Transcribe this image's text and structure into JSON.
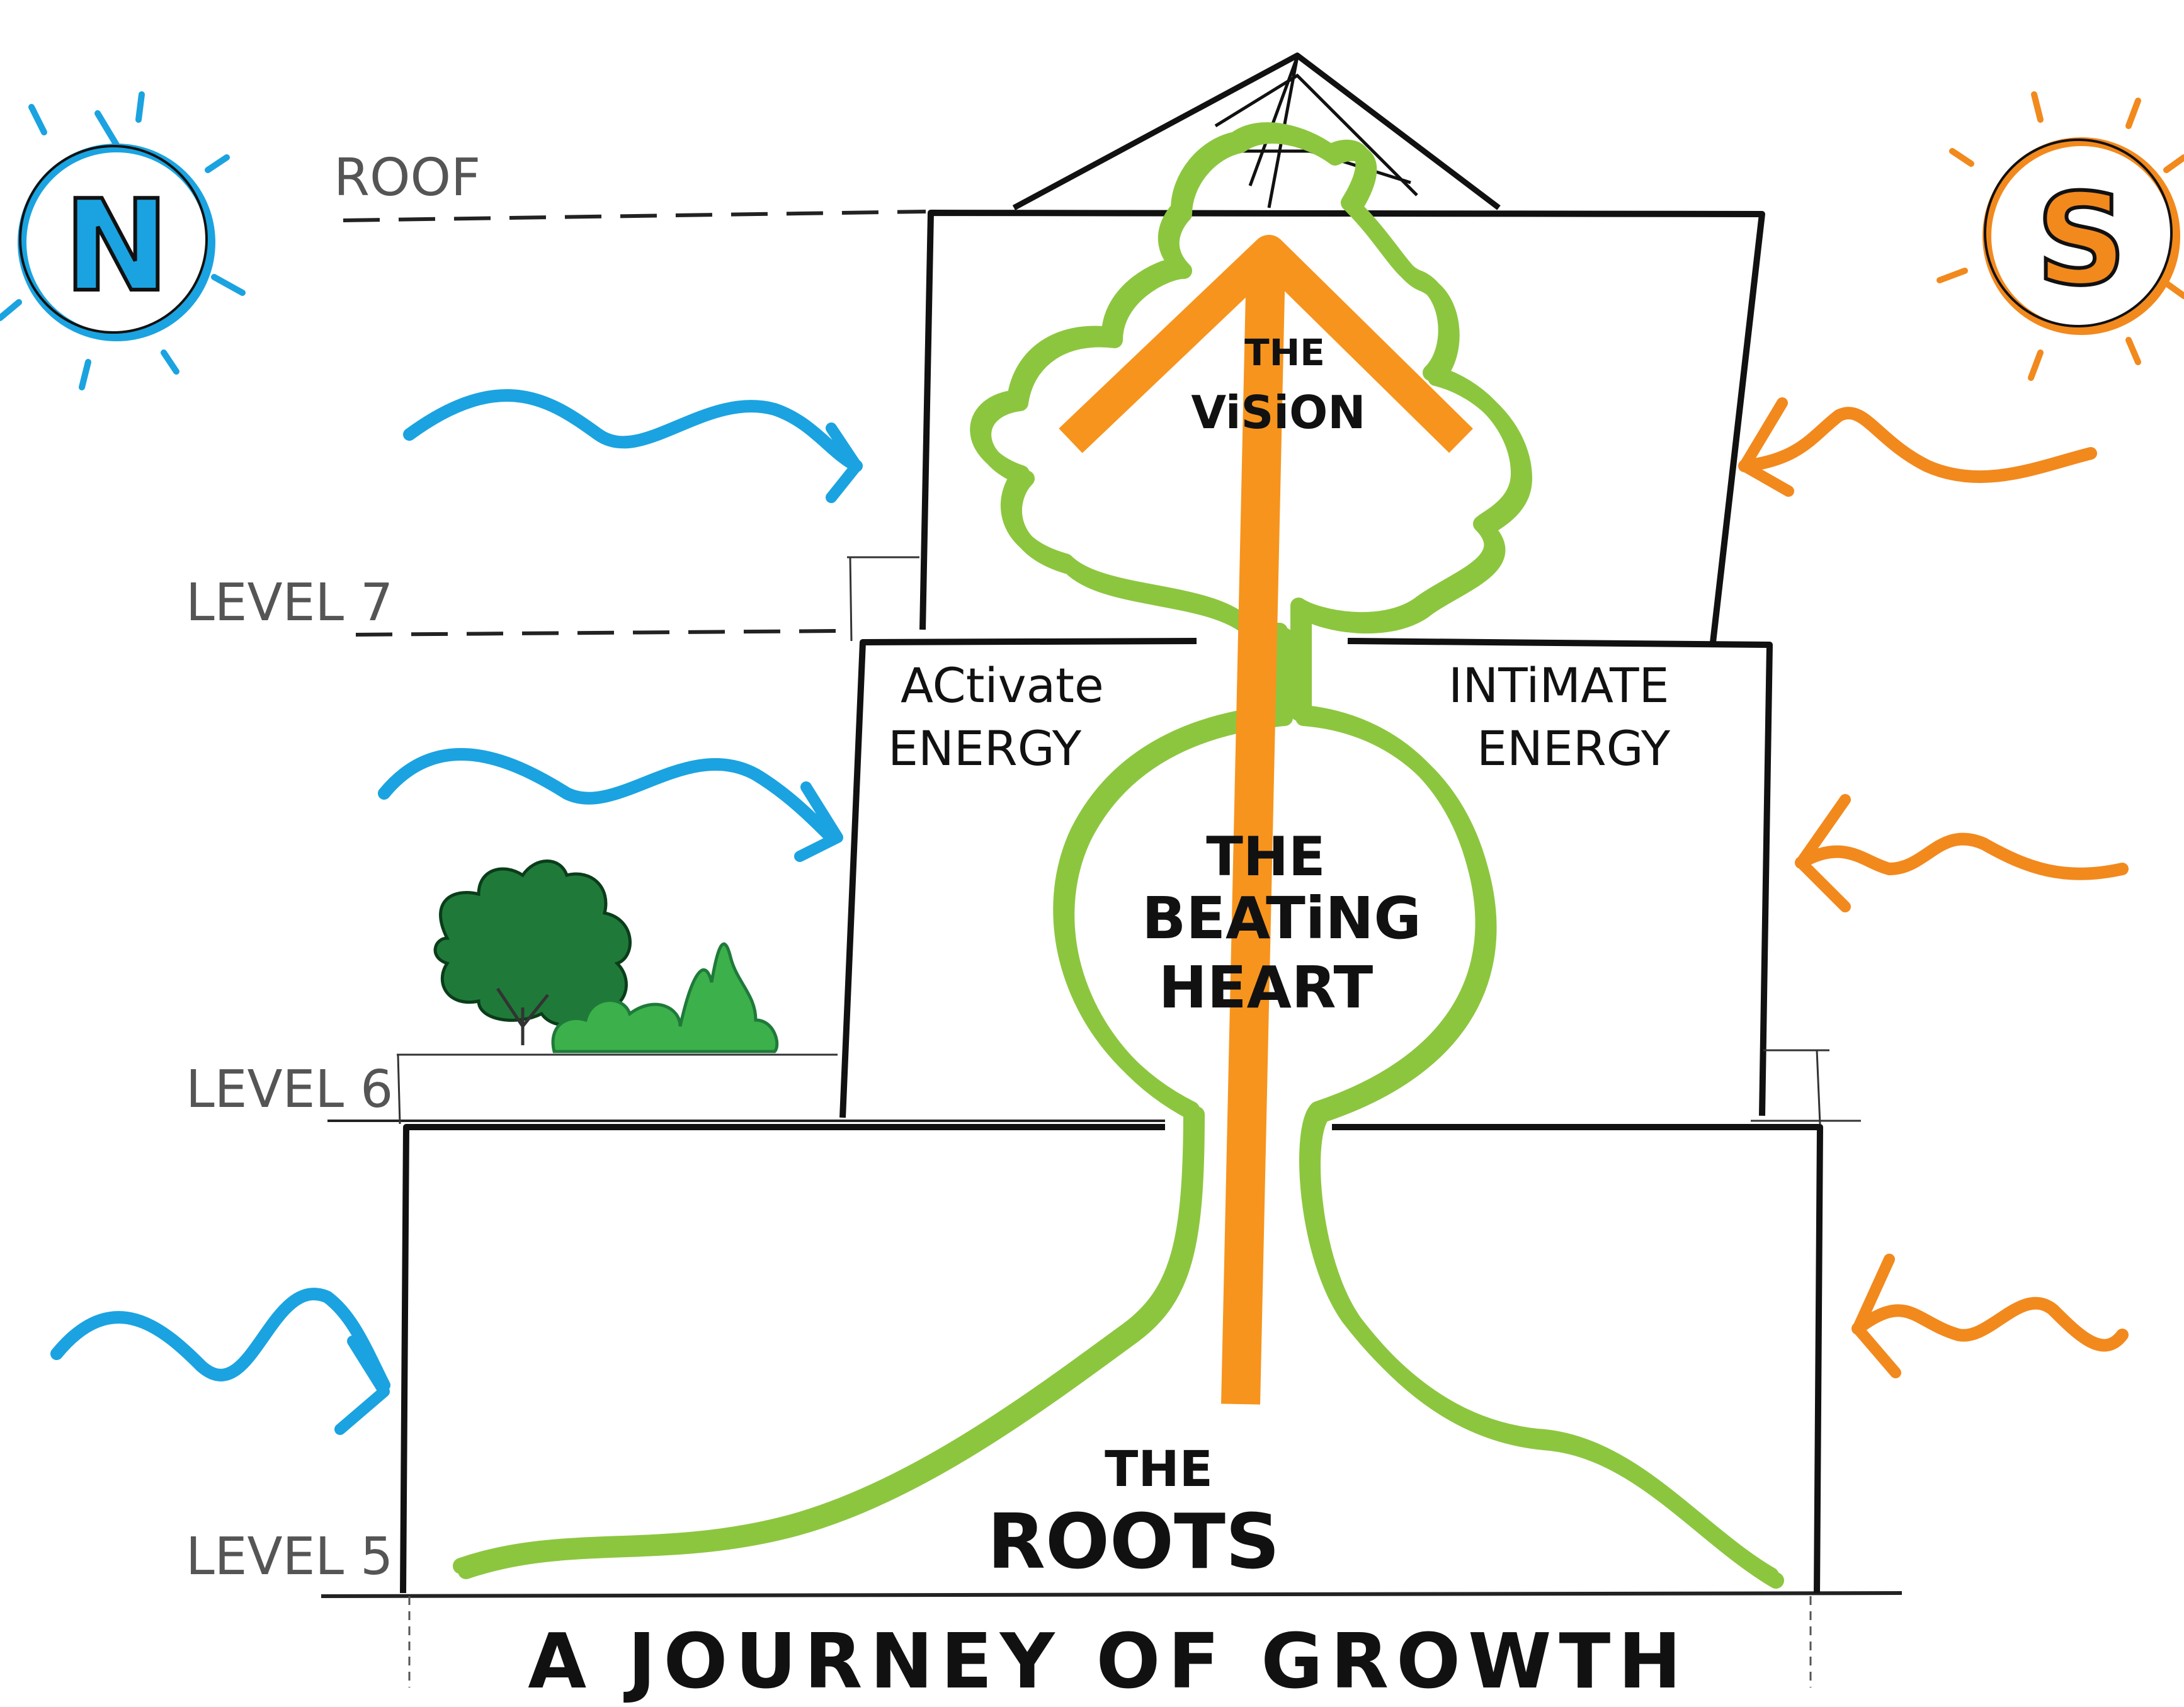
{
  "levels": {
    "roof": "ROOF",
    "level7": "LEVEL 7",
    "level6": "LEVEL 6",
    "level5": "LEVEL 5"
  },
  "compass": {
    "north": "N",
    "south": "S"
  },
  "labels": {
    "vision_line1": "THE",
    "vision_line2": "ViSiON",
    "heart_line1": "THE",
    "heart_line2": "BEATiNG",
    "heart_line3": "HEART",
    "roots_line1": "THE",
    "roots_line2": "ROOTS",
    "activate_line1": "ACtivate",
    "activate_line2": "ENERGY",
    "intimate_line1": "INTiMATE",
    "intimate_line2": "ENERGY"
  },
  "title": "A JOURNEY OF GROWTH",
  "colors": {
    "north": "#1aa3e0",
    "south": "#f2891d",
    "tree_outline": "#8cc63f",
    "arrow": "#f7941d",
    "ink": "#111111",
    "level_text": "#555555",
    "shrub_dark": "#1f7a3a",
    "shrub_light": "#3cb04a"
  }
}
